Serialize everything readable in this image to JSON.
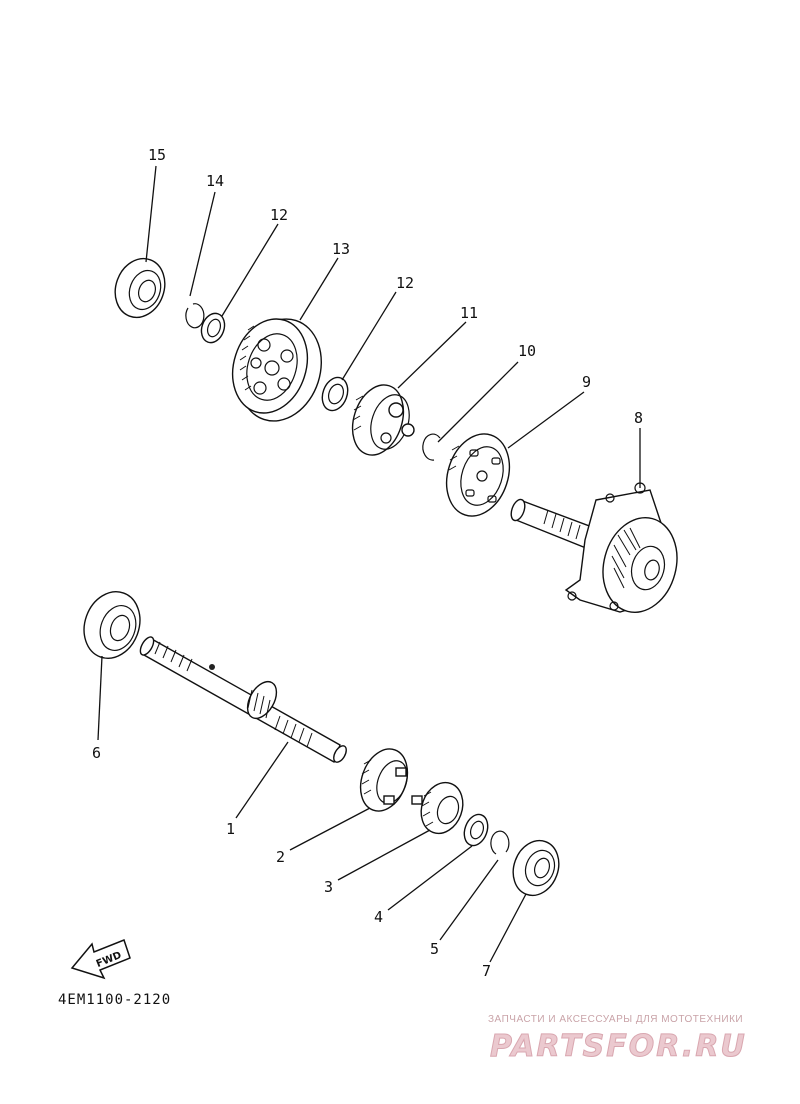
{
  "callouts": {
    "c1": "1",
    "c2": "2",
    "c3": "3",
    "c4": "4",
    "c5": "5",
    "c6": "6",
    "c7": "7",
    "c8": "8",
    "c9": "9",
    "c10": "10",
    "c11": "11",
    "c12a": "12",
    "c12b": "12",
    "c13": "13",
    "c14": "14",
    "c15": "15"
  },
  "fwd_label": "FWD",
  "drawing_code": "4EM1100-2120",
  "watermark": {
    "tagline": "ЗАПЧАСТИ И АКСЕССУАРЫ ДЛЯ МОТОТЕХНИКИ",
    "brand": "PARTSFOR.RU"
  },
  "colors": {
    "line": "#111111",
    "watermark": "#d9a7b0"
  }
}
